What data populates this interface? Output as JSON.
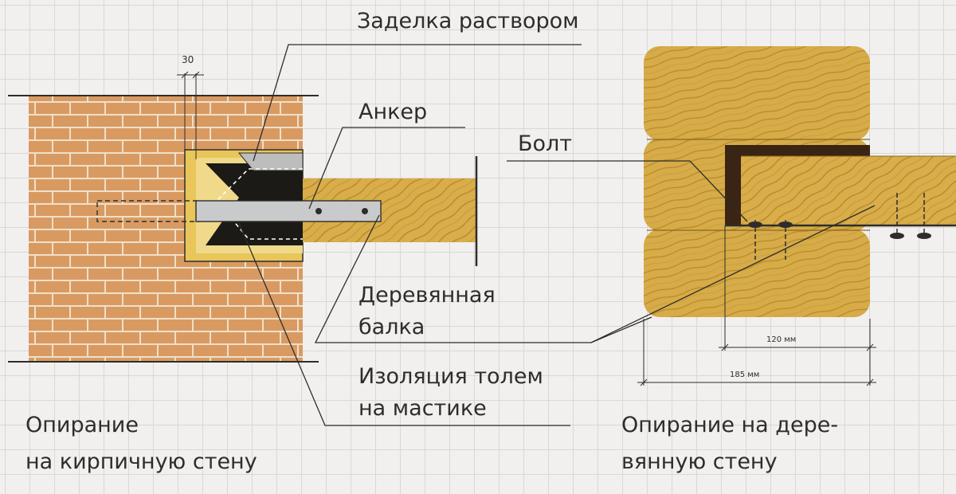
{
  "labels": {
    "mortar": "Заделка раствором",
    "anchor": "Анкер",
    "bolt": "Болт",
    "beam_line1": "Деревянная",
    "beam_line2": "балка",
    "insulation_line1": "Изоляция толем",
    "insulation_line2": "на мастике"
  },
  "captions": {
    "brick_line1": "Опирание",
    "brick_line2": "на кирпичную стену",
    "wood_line1": "Опирание на дере-",
    "wood_line2": "вянную стену"
  },
  "dimensions": {
    "gap": "30",
    "depth_inner": "120 мм",
    "depth_outer": "185 мм"
  },
  "colors": {
    "brick": "#d99a62",
    "mortar_joint": "#efe0c8",
    "wood": "#d8ad4a",
    "wood_dark": "#b98a2a",
    "mortar_fill": "#e8c65a",
    "bitumen": "#1c1a17",
    "anchor_steel": "#c9cacb",
    "line": "#2e2d2c"
  }
}
